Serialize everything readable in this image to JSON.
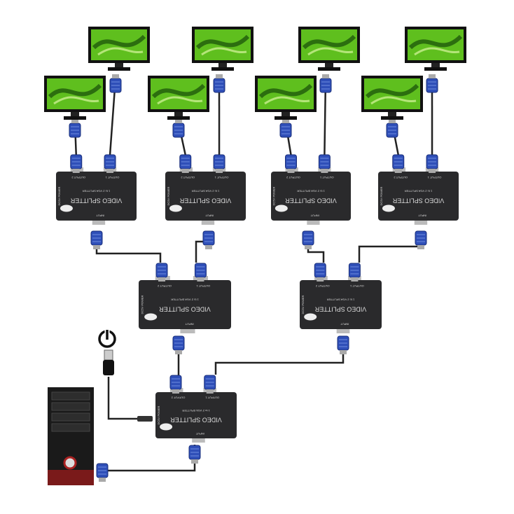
{
  "splitter": {
    "title": "VIDEO SPLITTER",
    "subtitle": "1 to 2 VGA SPLITTER",
    "output2": "OUTPUT 2",
    "output1": "OUTPUT 1",
    "input": "INPUT",
    "power": "DC5V POWER"
  },
  "colors": {
    "splitter_body": "#2a2a2c",
    "vga_connector": "#2f4fb8",
    "monitor_screen": "#5fbf1e",
    "cable": "#222222",
    "pc_case": "#1a1a1a",
    "pc_base": "#7a1a1a"
  },
  "icons": [
    "power-icon",
    "usb-plug-icon",
    "monitor-icon",
    "vga-connector-icon",
    "desktop-pc-icon"
  ]
}
